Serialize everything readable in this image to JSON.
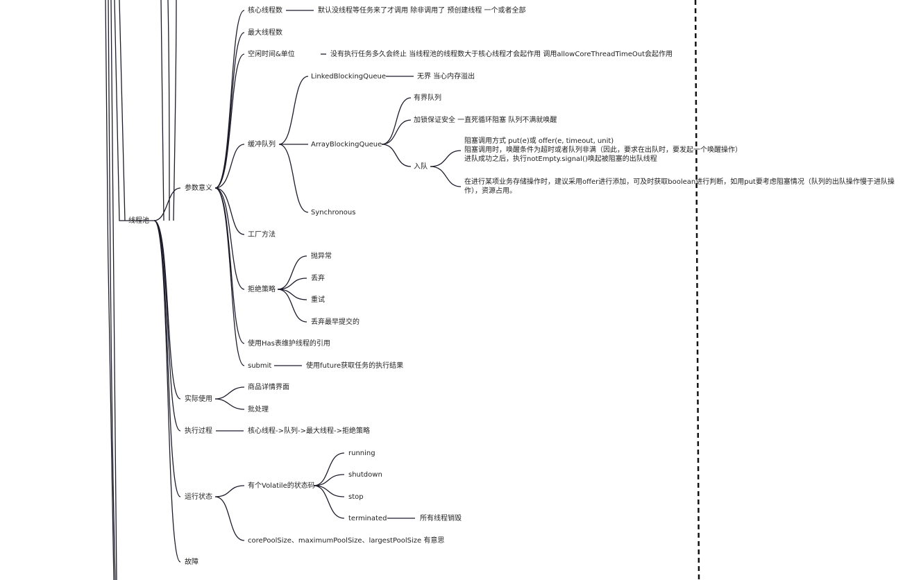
{
  "root": {
    "label": "线程池"
  },
  "params": {
    "label": "参数意义",
    "core": {
      "label": "核心线程数",
      "note": "默认没线程等任务来了才调用 除非调用了 预创建线程  一个或者全部"
    },
    "max": {
      "label": "最大线程数"
    },
    "idle": {
      "label": "空闲时间&单位",
      "note": "没有执行任务多久会终止 当线程池的线程数大于核心线程才会起作用  调用allowCoreThreadTimeOut会起作用"
    },
    "queue": {
      "label": "缓冲队列",
      "linked": {
        "label": "LinkedBlockingQueue",
        "note": "无界 当心内存溢出"
      },
      "array": {
        "label": "ArrayBlockingQueue",
        "bounded": "有界队列",
        "lock": "加锁保证安全  一直死循环阻塞 队列不满就唤醒",
        "enqueue": {
          "label": "入队",
          "line1": "阻塞调用方式 put(e)或 offer(e, timeout, unit)",
          "line2": "阻塞调用时，唤醒条件为超时或者队列非满（因此，要求在出队时，要发起一个唤醒操作）",
          "line3": "进队成功之后，执行notEmpty.signal()唤起被阻塞的出队线程",
          "advice1": "在进行某项业务存储操作时，建议采用offer进行添加，可及时获取boolean进行判断，如用put要考虑阻塞情况（队列的出队操作慢于进队操",
          "advice2": "作），资源占用。"
        }
      },
      "sync": {
        "label": "Synchronous"
      }
    },
    "factory": {
      "label": "工厂方法"
    },
    "reject": {
      "label": "拒绝策略",
      "items": [
        "抛异常",
        "丢弃",
        "重试",
        "丢弃最早提交的"
      ]
    },
    "hash": {
      "label": "使用Has表维护线程的引用"
    },
    "submit": {
      "label": "submit",
      "note": "使用future获取任务的执行结果"
    }
  },
  "usage": {
    "label": "实际使用",
    "items": [
      "商品详情界面",
      "批处理"
    ]
  },
  "exec": {
    "label": "执行过程",
    "note": "核心线程->队列->最大线程->拒绝策略"
  },
  "state": {
    "label": "运行状态",
    "volatile": "有个Volatile的状态码",
    "items": [
      "running",
      "shutdown",
      "stop",
      "terminated"
    ],
    "terminated_note": "所有线程销毁",
    "pool": "corePoolSize、maximumPoolSize、largestPoolSize 有意思"
  },
  "fault": {
    "label": "故障"
  }
}
